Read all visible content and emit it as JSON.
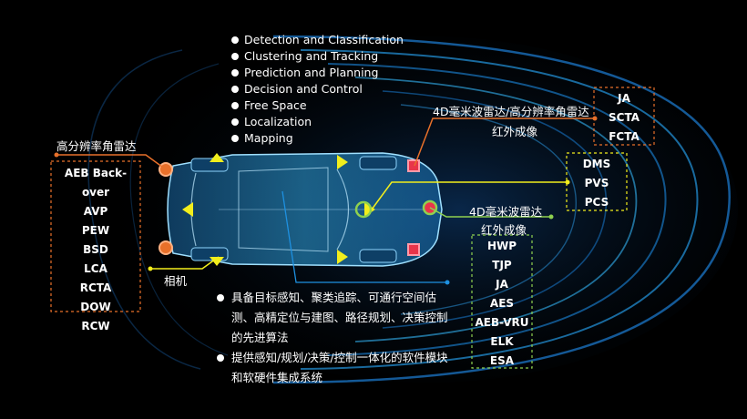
{
  "top_bullets": [
    "Detection and Classification",
    "Clustering and Tracking",
    "Prediction and Planning",
    "Decision and Control",
    "Free Space",
    "Localization",
    "Mapping"
  ],
  "labels": {
    "corner_radar": "高分辨率角雷达",
    "front_radar_high": "4D毫米波雷达/高分辨率角雷达",
    "infrared_top": "红外成像",
    "front_radar_4d": "4D毫米波雷达",
    "infrared_lower": "红外成像",
    "camera": "相机"
  },
  "boxes": {
    "left": [
      "AEB Back-over",
      "AVP",
      "PEW",
      "BSD",
      "LCA",
      "RCTA",
      "DOW",
      "RCW"
    ],
    "top_right": [
      "JA",
      "SCTA",
      "FCTA"
    ],
    "mid_right": [
      "DMS",
      "PVS",
      "PCS"
    ],
    "bottom_mid": [
      "HWP",
      "TJP",
      "JA",
      "AES",
      "AEB-VRU",
      "ELK",
      "ESA"
    ]
  },
  "bottom_bullets": [
    "具备目标感知、聚类追踪、可通行空间估测、高精定位与建图、路径规划、决策控制的先进算法",
    "提供感知/规划/决策/控制一体化的软件模块和软硬件集成系统"
  ],
  "colors": {
    "background": "#000000",
    "orange": "#e8702a",
    "yellow": "#f2ee1c",
    "green": "#8fd14f",
    "blue_line": "#1e90e0",
    "sensor_red": "#e8344a"
  }
}
